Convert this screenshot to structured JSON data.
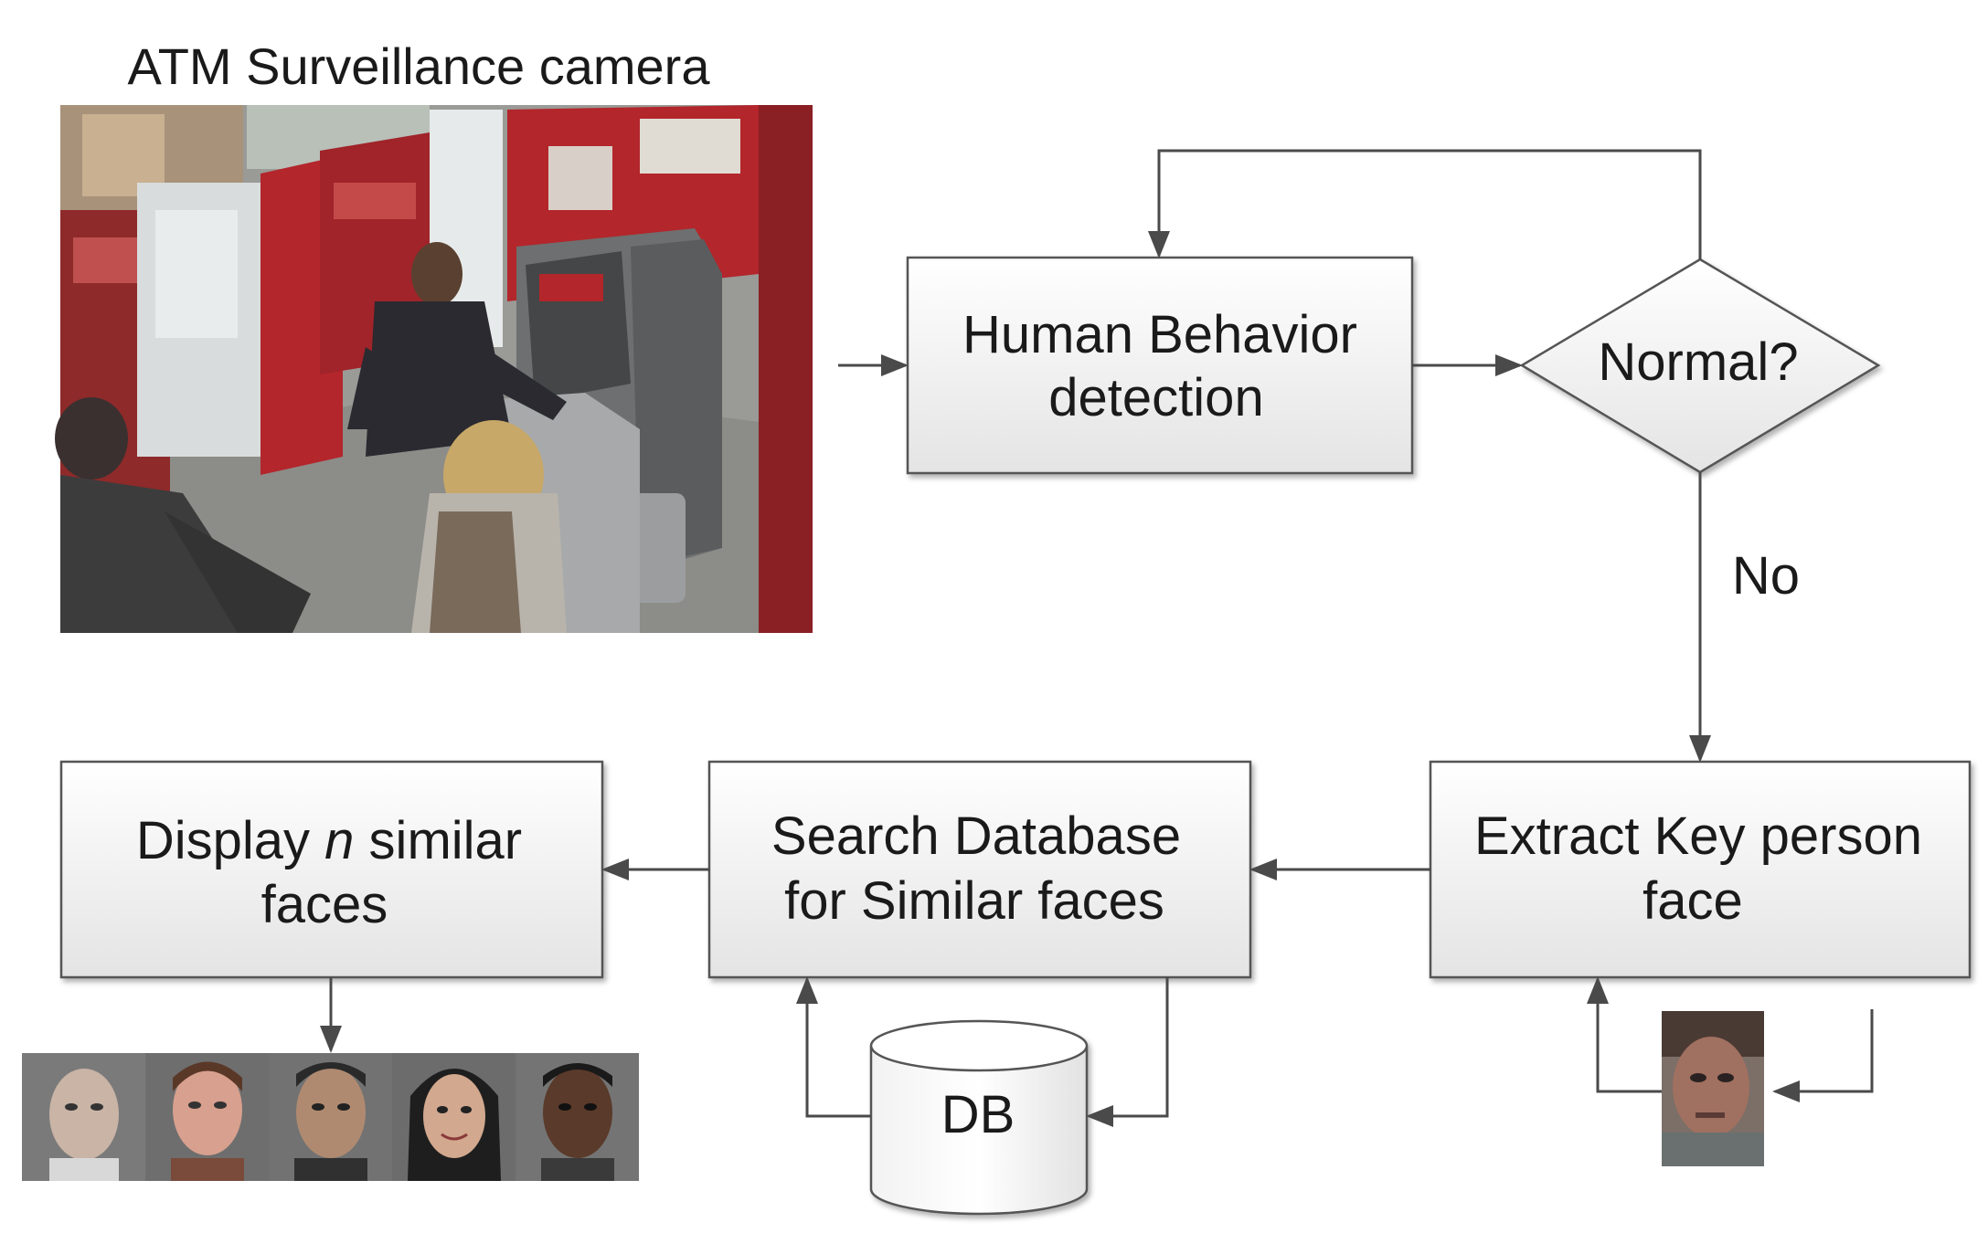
{
  "camera": {
    "title": "ATM Surveillance camera"
  },
  "nodes": {
    "behavior": {
      "line1": "Human Behavior",
      "line2": "detection"
    },
    "decision": {
      "label": "Normal?"
    },
    "extract": {
      "line1": "Extract Key person",
      "line2": "face"
    },
    "search": {
      "line1": "Search Database",
      "line2": "for Similar faces"
    },
    "display": {
      "line1_pre": "Display ",
      "line1_italic": "n",
      "line1_post": " similar",
      "line2": "faces"
    },
    "db": {
      "label": "DB"
    }
  },
  "edges": {
    "no_label": "No"
  },
  "colors": {
    "box_fill_top": "#ffffff",
    "box_fill_bottom": "#e6e6e6",
    "box_stroke": "#555555",
    "line": "#4a4a4a",
    "atm_red": "#b3262b"
  }
}
